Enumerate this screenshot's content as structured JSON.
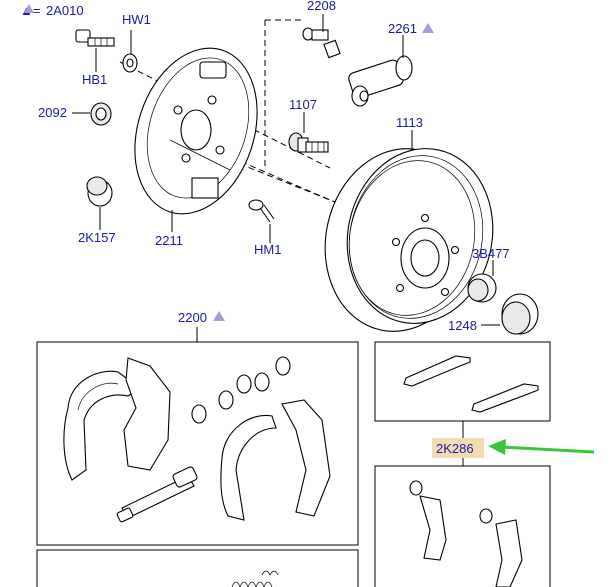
{
  "colors": {
    "label_text": "#1a1aa6",
    "triangle": "#a89bd6",
    "highlight": "#f5ddb3",
    "arrow": "#3cc43c"
  },
  "icons": {
    "new_part_marker": "triangle-icon",
    "pointer": "green-arrow-icon"
  },
  "callouts": {
    "c_2A010": "2A010",
    "c_HW1": "HW1",
    "c_HB1": "HB1",
    "c_2208": "2208",
    "c_2261": "2261",
    "c_2092": "2092",
    "c_1107": "1107",
    "c_1113": "1113",
    "c_2K157": "2K157",
    "c_2211": "2211",
    "c_HM1": "HM1",
    "c_3B477": "3B477",
    "c_1248": "1248",
    "c_2200": "2200",
    "c_2K286": "2K286"
  },
  "legend": {
    "symbol_prefix": "▲=",
    "symbol_code": "2A010"
  }
}
